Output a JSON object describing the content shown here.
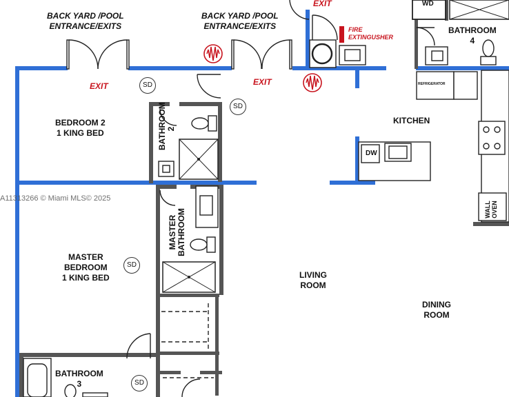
{
  "labels": {
    "backyard_left": "BACK YARD /POOL\nENTRANCE/EXITS",
    "backyard_right": "BACK YARD /POOL\nENTRANCE/EXITS",
    "exit_left": "EXIT",
    "exit_center": "EXIT",
    "exit_top": "EXIT",
    "fire_ext": "FIRE\nEXTINGUSHER",
    "bedroom2": "BEDROOM 2\n1 KING BED",
    "bathroom2": "BATHROOM\n2",
    "kitchen": "KITCHEN",
    "master_bedroom": "MASTER\nBEDROOM\n1 KING BED",
    "master_bathroom": "MASTER\nBATHROOM",
    "living_room": "LIVING\nROOM",
    "dining_room": "DINING\nROOM",
    "bathroom3": "BATHROOM\n3",
    "bathroom4": "BATHROOM\n4",
    "wd": "WD",
    "dw": "DW",
    "refrigerator": "REFRIGERATOR",
    "wall_oven": "WALL\nOVEN",
    "sd": "SD"
  },
  "watermark": "A11313266 © Miami MLS© 2025",
  "colors": {
    "exterior_wall": "#2f6fd6",
    "interior_wall": "#555555",
    "exit_red": "#c8141e",
    "alarm_red": "#c8141e"
  }
}
